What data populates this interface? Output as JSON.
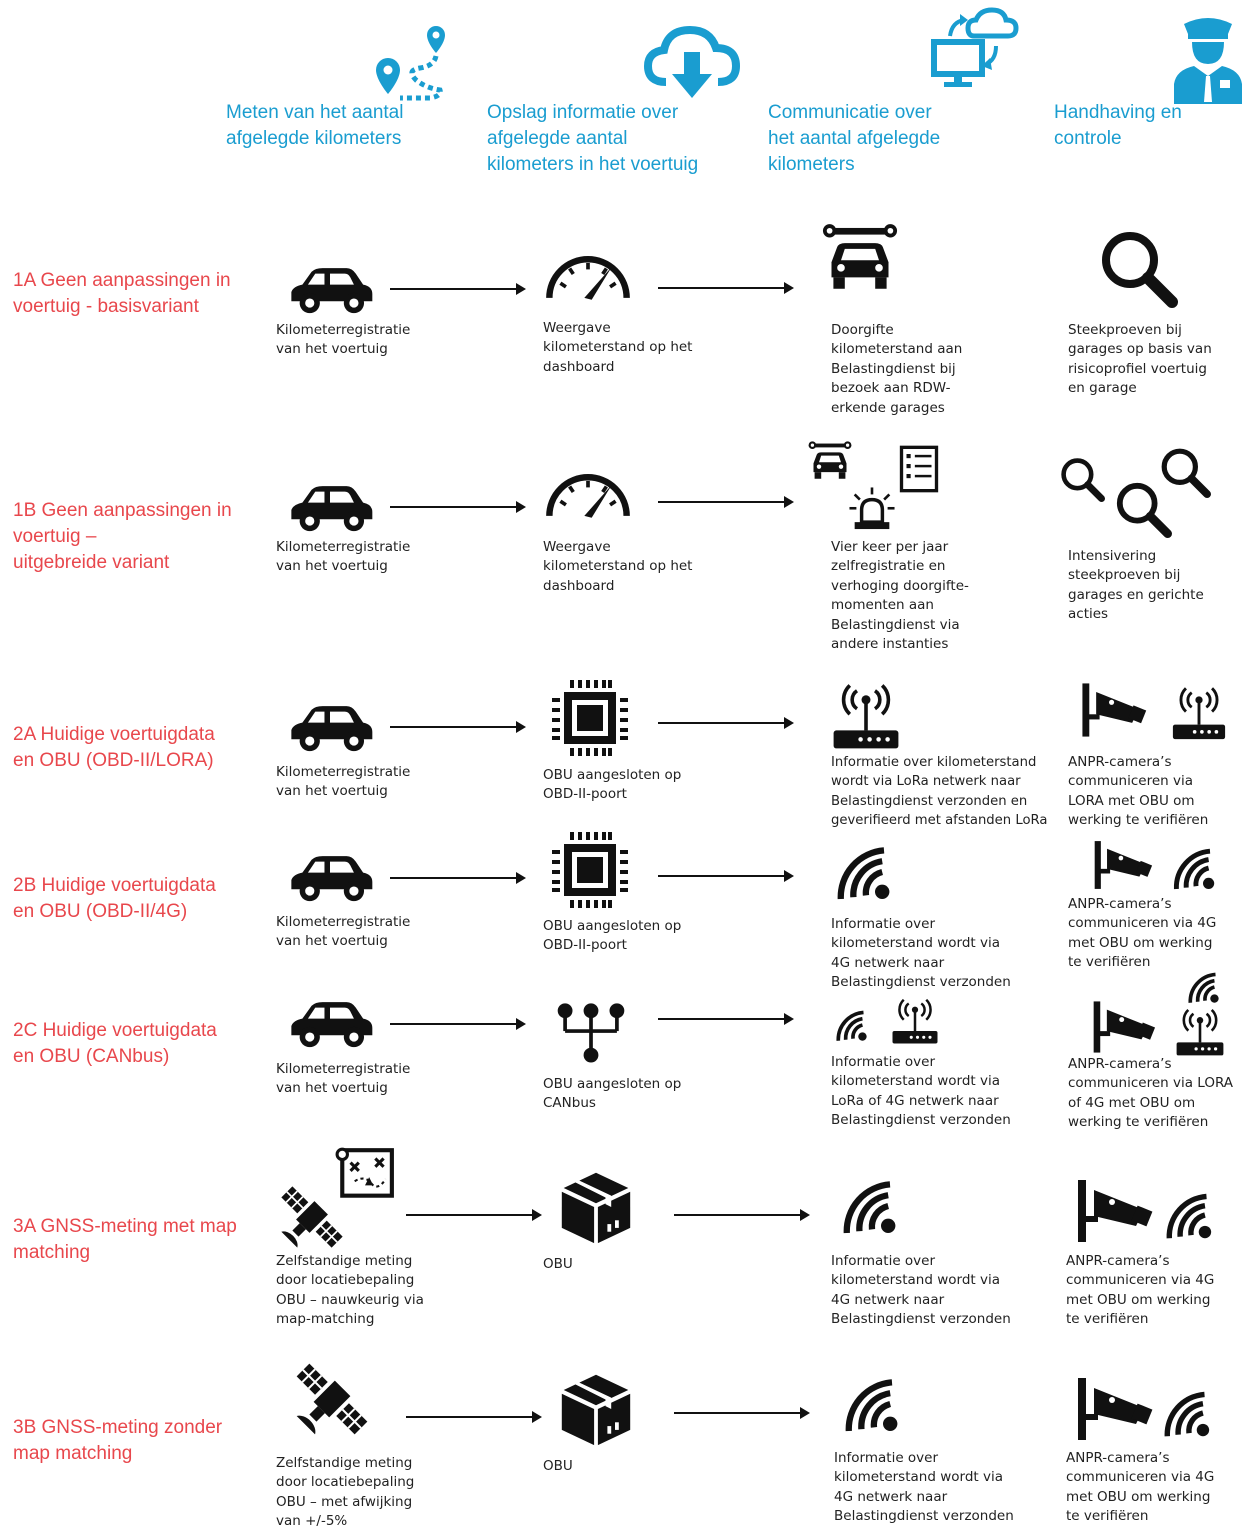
{
  "headers": [
    "Meten van het aantal\nafgelegde kilometers",
    "Opslag informatie over\nafgelegde aantal\nkilometers in het voertuig",
    "Communicatie over\nhet aantal afgelegde\nkilometers",
    "Handhaving en\ncontrole"
  ],
  "header_icons": [
    "route-pin-icon",
    "cloud-download-icon",
    "computer-cloud-sync-icon",
    "police-officer-icon"
  ],
  "colors": {
    "header": "#1a9dd0",
    "row_label": "#e8474c",
    "icon": "#111111"
  },
  "rows": [
    {
      "label": "1A Geen aanpassingen in\nvoertuig - basisvariant",
      "measure": "Kilometerregistratie\nvan het voertuig",
      "storage": "Weergave\nkilometerstand op het\ndashboard",
      "communication": "Doorgifte\nkilometerstand aan\nBelastingdienst bij\nbezoek aan RDW-\nerkende garages",
      "enforcement": "Steekproeven bij\ngarages op basis van\nrisicoprofiel voertuig\nen garage",
      "icons": [
        "car-icon",
        "speedometer-icon",
        "garage-car-wrench-icon",
        "magnifier-icon"
      ]
    },
    {
      "label": "1B Geen aanpassingen in\nvoertuig –\nuitgebreide variant",
      "measure": "Kilometerregistratie\nvan het voertuig",
      "storage": "Weergave\nkilometerstand op het\ndashboard",
      "communication": "Vier keer per jaar\nzelfregistratie en\nverhoging doorgifte-\nmomenten aan\nBelastingdienst via\nandere instanties",
      "enforcement": "Intensivering\nsteekproeven bij\ngarages en gerichte\nacties",
      "icons": [
        "car-icon",
        "speedometer-icon",
        "garage-siren-checklist-icon",
        "multiple-magnifiers-icon"
      ]
    },
    {
      "label": "2A Huidige voertuigdata\nen OBU (OBD-II/LORA)",
      "measure": "Kilometerregistratie\nvan het voertuig",
      "storage": "OBU aangesloten op\nOBD-II-poort",
      "communication": "Informatie over kilometerstand\nwordt via LoRa netwerk naar\nBelastingdienst verzonden en\ngeverifieerd met afstanden LoRa",
      "enforcement": "ANPR-camera’s\ncommuniceren via\nLORA met OBU om\nwerking te verifiëren",
      "icons": [
        "car-icon",
        "chip-icon",
        "lora-router-icon",
        "camera-router-icon"
      ]
    },
    {
      "label": "2B Huidige voertuigdata\nen OBU (OBD-II/4G)",
      "measure": "Kilometerregistratie\nvan het voertuig",
      "storage": "OBU aangesloten op\nOBD-II-poort",
      "communication": "Informatie over\nkilometerstand wordt via\n4G netwerk naar\nBelastingdienst verzonden",
      "enforcement": "ANPR-camera’s\ncommuniceren via 4G\nmet OBU om werking\nte verifiëren",
      "icons": [
        "car-icon",
        "chip-icon",
        "wireless-signal-icon",
        "camera-signal-icon"
      ]
    },
    {
      "label": "2C Huidige voertuigdata\nen OBU (CANbus)",
      "measure": "Kilometerregistratie\nvan het voertuig",
      "storage": "OBU aangesloten op\nCANbus",
      "communication": "Informatie over\nkilometerstand wordt via\nLoRa of 4G netwerk naar\nBelastingdienst verzonden",
      "enforcement": "ANPR-camera’s\ncommuniceren via LORA\nof 4G met OBU om\nwerking te verifiëren",
      "icons": [
        "car-icon",
        "canbus-network-icon",
        "signal-and-router-icon",
        "camera-signal-router-icon"
      ]
    },
    {
      "label": "3A GNSS-meting met map\nmatching",
      "measure": "Zelfstandige meting\ndoor locatiebepaling\nOBU – nauwkeurig via\nmap-matching",
      "storage": "OBU",
      "communication": "Informatie over\nkilometerstand wordt via\n4G netwerk naar\nBelastingdienst verzonden",
      "enforcement": "ANPR-camera’s\ncommuniceren via 4G\nmet OBU om werking\nte verifiëren",
      "icons": [
        "satellite-map-icon",
        "box-icon",
        "wireless-signal-icon",
        "camera-signal-icon"
      ]
    },
    {
      "label": "3B GNSS-meting zonder\nmap matching",
      "measure": "Zelfstandige meting\ndoor locatiebepaling\nOBU – met afwijking\nvan +/-5%",
      "storage": "OBU",
      "communication": "Informatie over\nkilometerstand wordt via\n4G netwerk naar\nBelastingdienst verzonden",
      "enforcement": "ANPR-camera’s\ncommuniceren via 4G\nmet OBU om werking\nte verifiëren",
      "icons": [
        "satellite-icon",
        "box-icon",
        "wireless-signal-icon",
        "camera-signal-icon"
      ]
    }
  ]
}
